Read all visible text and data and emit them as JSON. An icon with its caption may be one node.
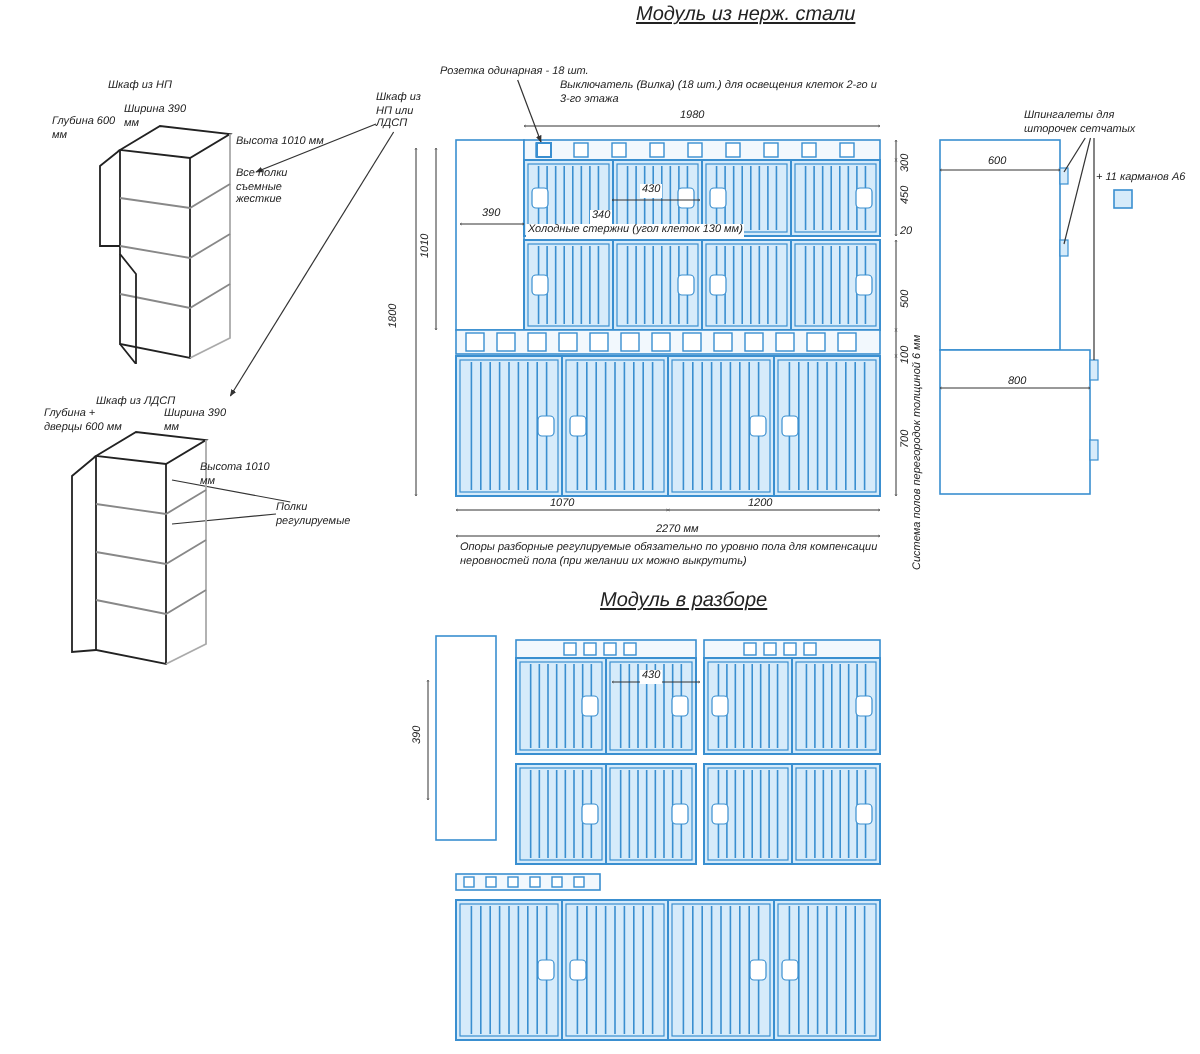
{
  "diagram": {
    "title": "Модуль из нерж. стали",
    "nodes": [
      {
        "text": [
          "Шкаф из НП"
        ]
      },
      {
        "text": [
          "Шкаф из ЛДСП"
        ]
      },
      {
        "text": [
          "Шкаф из НП или ЛДСП"
        ]
      },
      {
        "text": [
          "Розетка одинарная - 18 шт."
        ]
      },
      {
        "text": [],
        "shape": "box"
      },
      {
        "text": [
          "Полки регулируемые"
        ]
      },
      {
        "text": [
          "Шпингалеты для шторочек сетчатых"
        ]
      }
    ],
    "edges": [
      {
        "from": 2,
        "to": 0,
        "arrow": "to"
      },
      {
        "from": 2,
        "to": 1,
        "arrow": "to"
      },
      {
        "from": 3,
        "to": 4,
        "arrow": "to"
      },
      {
        "from": 5,
        "to": 1,
        "arrow": "none"
      },
      {
        "from": 5,
        "to": 1,
        "arrow": "none"
      },
      {
        "from": 6,
        "to": null,
        "arrow": "none"
      },
      {
        "from": 6,
        "to": null,
        "arrow": "none"
      },
      {
        "from": 6,
        "to": null,
        "arrow": "none"
      }
    ],
    "labels": [
      "Глубина 600 мм",
      "Ширина 390 мм",
      "Высота 1010 мм",
      "Все полки съемные жесткие",
      "Глубина + дверцы 600 мм",
      "Ширина 390 мм",
      "Высота 1010 мм",
      "Выключатель (Вилка) (18 шт.) для освещения клеток 2-го и 3-го этажа",
      "1980",
      "300",
      "430",
      "390",
      "340",
      "450",
      "Холодные стержни (угол клеток 130 мм)",
      "20",
      "1010",
      "1800",
      "500",
      "100",
      "700",
      "Система полов перегородок толщиной 6 мм",
      "1070",
      "1200",
      "2270 мм",
      "Опоры разборные регулируемые обязательно по уровню пола для компенсации неровностей пола (при желании их можно выкрутить)",
      "600",
      "800",
      "+ 11 карманов А6",
      "Модуль в разборе",
      "390",
      "430"
    ]
  }
}
